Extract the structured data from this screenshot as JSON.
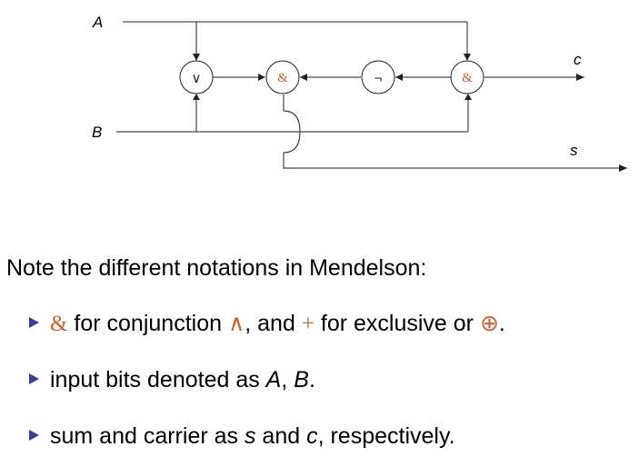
{
  "diagram": {
    "input_a": "A",
    "input_b": "B",
    "output_c": "c",
    "output_s": "s",
    "gates": [
      {
        "id": "or",
        "symbol": "∨"
      },
      {
        "id": "and1",
        "symbol": "&"
      },
      {
        "id": "not",
        "symbol": "¬"
      },
      {
        "id": "and2",
        "symbol": "&"
      }
    ]
  },
  "note": {
    "heading": "Note the different notations in Mendelson:",
    "bullets": [
      {
        "amp": "&",
        "t1": " for conjunction ",
        "wedge": "∧",
        "t2": ", and ",
        "plus": "+",
        "t3": " for exclusive or ",
        "oplus": "⊕",
        "t4": "."
      },
      {
        "t1": "input bits denoted as ",
        "a": "A",
        "sep": ", ",
        "b": "B",
        "t2": "."
      },
      {
        "t1": "sum and carrier as ",
        "s": "s",
        "mid": " and ",
        "c": "c",
        "t2": ", respectively."
      }
    ]
  },
  "colors": {
    "accent": "#c8642a",
    "bullet_marker": "#3b3d9c",
    "line": "#222222"
  }
}
